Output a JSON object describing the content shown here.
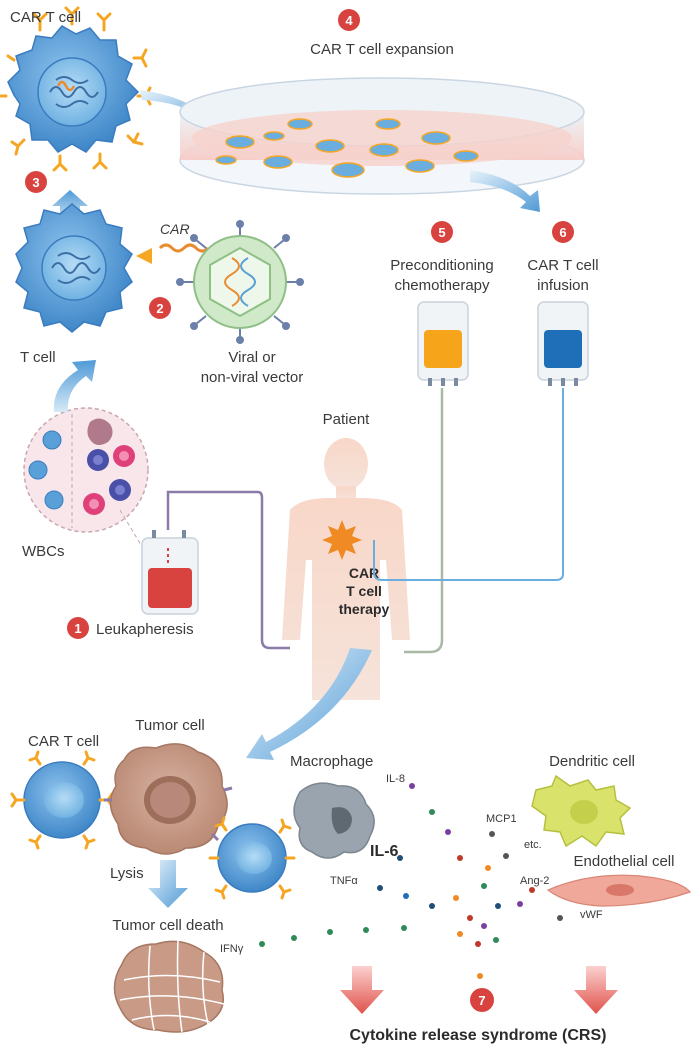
{
  "labels": {
    "car_t_cell_top": "CAR T cell",
    "expansion": "CAR T cell expansion",
    "car_gene": "CAR",
    "t_cell": "T cell",
    "vector_line1": "Viral or",
    "vector_line2": "non-viral vector",
    "precond_line1": "Preconditioning",
    "precond_line2": "chemotherapy",
    "infusion_line1": "CAR T cell",
    "infusion_line2": "infusion",
    "patient": "Patient",
    "therapy_line1": "CAR",
    "therapy_line2": "T cell",
    "therapy_line3": "therapy",
    "wbcs": "WBCs",
    "leukapheresis": "Leukapheresis",
    "car_t_cell_bottom": "CAR T cell",
    "tumor_cell": "Tumor cell",
    "macrophage": "Macrophage",
    "dendritic_cell": "Dendritic cell",
    "endothelial_cell": "Endothelial cell",
    "lysis": "Lysis",
    "tumor_cell_death": "Tumor cell death",
    "crs": "Cytokine release syndrome (CRS)"
  },
  "cytokines": {
    "il8": "IL-8",
    "il6": "IL-6",
    "tnfa": "TNFα",
    "ifng": "IFNγ",
    "mcp1": "MCP1",
    "etc": "etc.",
    "ang2": "Ang-2",
    "vwf": "vWF"
  },
  "steps": {
    "s1": "1",
    "s2": "2",
    "s3": "3",
    "s4": "4",
    "s5": "5",
    "s6": "6",
    "s7": "7"
  },
  "colors": {
    "step_badge": "#d9433f",
    "cell_blue": "#4f9ad6",
    "cell_light": "#9cc9ec",
    "receptor_orange": "#f5a623",
    "arrow_blue": "#4f9ad6",
    "chemo_orange": "#f6a51b",
    "infusion_blue": "#1f6fb8",
    "blood_red": "#d9433f",
    "skin": "#f4c7b4",
    "tumor_brown": "#c99a86",
    "macrophage_grey": "#9aa4ae",
    "dendritic_yellow": "#d9e36b",
    "endothelial_pink": "#f0a89a",
    "crs_arrow_red": "#e0524c"
  }
}
